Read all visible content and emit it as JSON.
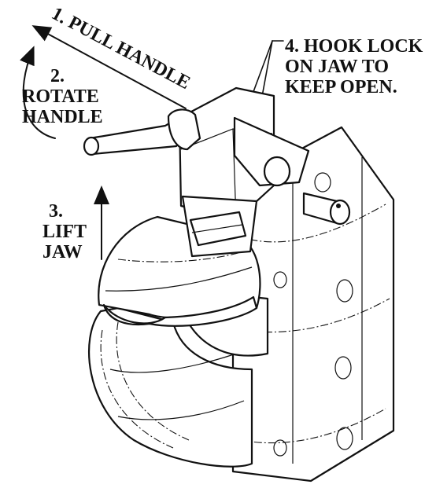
{
  "labels": {
    "step1": "1. PULL HANDLE",
    "step2_num": "2.",
    "step2_line1": "ROTATE",
    "step2_line2": "HANDLE",
    "step3_num": "3.",
    "step3_line1": "LIFT",
    "step3_line2": "JAW",
    "step4_line1": "4. HOOK LOCK",
    "step4_line2": "ON JAW TO",
    "step4_line3": "KEEP OPEN."
  }
}
